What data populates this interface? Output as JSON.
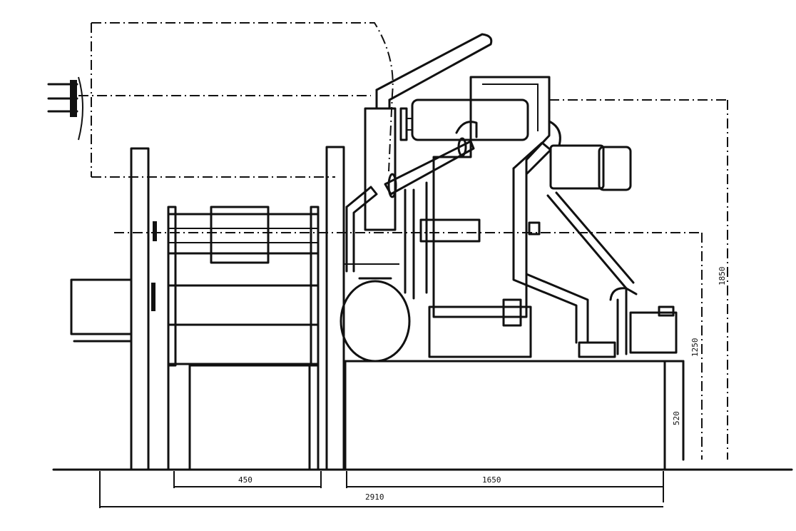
{
  "dimensions": {
    "width_left": "450",
    "width_right": "1650",
    "width_total": "2910",
    "height_base": "520",
    "height_mid": "1250",
    "height_total": "1850"
  }
}
